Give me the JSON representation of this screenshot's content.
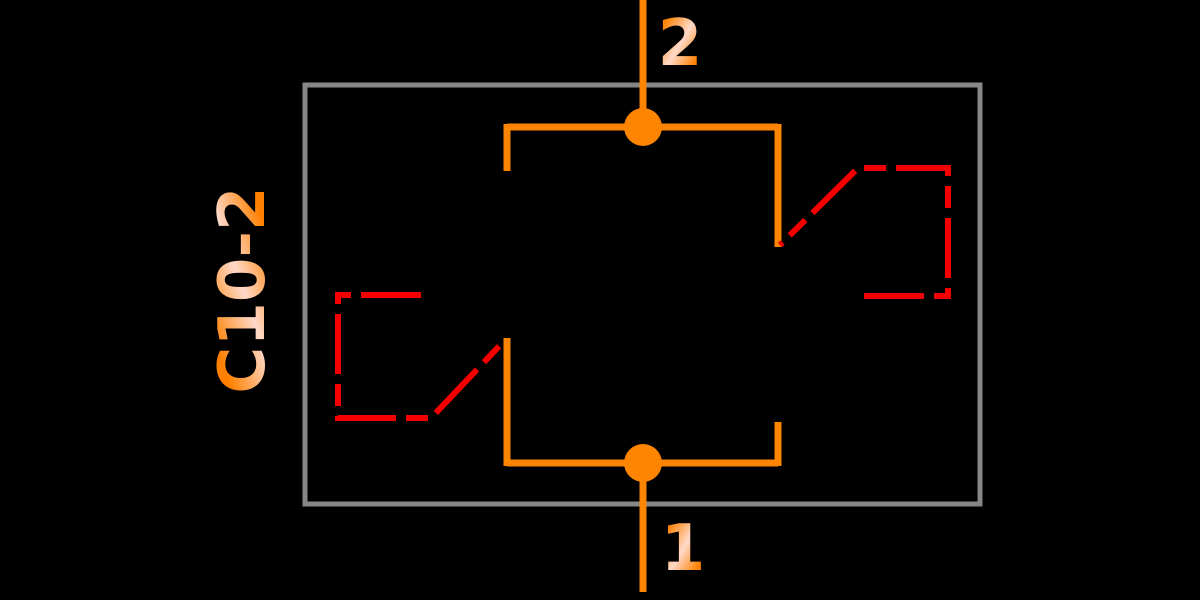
{
  "symbol": {
    "kind": "schematic-symbol",
    "reference": "C10-2",
    "pins": [
      {
        "number": "2",
        "position": "top"
      },
      {
        "number": "1",
        "position": "bottom"
      }
    ],
    "contacts": [
      {
        "side": "left",
        "style": "dashed"
      },
      {
        "side": "right",
        "style": "dashed"
      }
    ]
  },
  "colors": {
    "background": "#000000",
    "wire": "#ff8400",
    "junction": "#ff8400",
    "contact_dashed": "#f40000",
    "body_outline": "#868686",
    "label": "#ff8000",
    "label_highlight": "#ffd9c9"
  }
}
